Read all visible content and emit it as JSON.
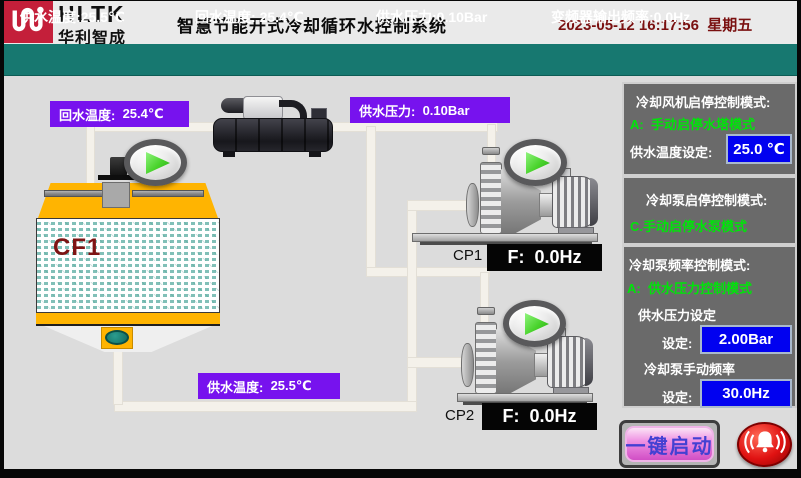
{
  "header": {
    "brand": "HLTK",
    "brand_cn": "华利智成",
    "title": "智慧节能开式冷却循环水控制系统",
    "datetime": "2023-05-12 16:17:56  星期五"
  },
  "status_bar": {
    "items": [
      {
        "label": "供水温度:",
        "value": "25.5℃"
      },
      {
        "label": "回水温度:",
        "value": "25.4℃"
      },
      {
        "label": "供水压力:",
        "value": "0.10Bar"
      },
      {
        "label": "变频器输出频率:",
        "value": "0.0Hz"
      }
    ]
  },
  "diagram": {
    "tower": {
      "id": "CF1"
    },
    "labels": {
      "return_temp": {
        "label": "回水温度:",
        "value": "25.4℃"
      },
      "supply_pressure": {
        "label": "供水压力:",
        "value": "0.10Bar"
      },
      "supply_temp": {
        "label": "供水温度:",
        "value": "25.5℃"
      }
    },
    "pumps": [
      {
        "id": "CP1",
        "freq": "F:  0.0Hz"
      },
      {
        "id": "CP2",
        "freq": "F:  0.0Hz"
      }
    ]
  },
  "panel": {
    "sections": [
      {
        "title": "冷却风机启停控制模式:",
        "mode": "A:  手动启停水塔模式",
        "fields": [
          {
            "label": "供水温度设定:",
            "value": "25.0 ℃"
          }
        ]
      },
      {
        "title": "冷却泵启停控制模式:",
        "mode": "C.手动启停水泵模式",
        "fields": []
      },
      {
        "title": "冷却泵频率控制模式:",
        "mode": "A:  供水压力控制模式",
        "fields": [
          {
            "label": "供水压力设定",
            "sub": "设定:",
            "value": "2.00Bar"
          },
          {
            "label": "冷却泵手动频率",
            "sub": "设定:",
            "value": "30.0Hz"
          }
        ]
      }
    ]
  },
  "footer": {
    "start_label": "一键启动"
  },
  "colors": {
    "teal_bar": "#177870",
    "label_purple": "#7712ee",
    "setpoint_blue": "#0101f0",
    "mode_green": "#00e40a",
    "date_red": "#7a1010",
    "tower_orange": "#ffb401",
    "alarm_red": "#e01212",
    "start_button_pink": "#e87ddb"
  }
}
